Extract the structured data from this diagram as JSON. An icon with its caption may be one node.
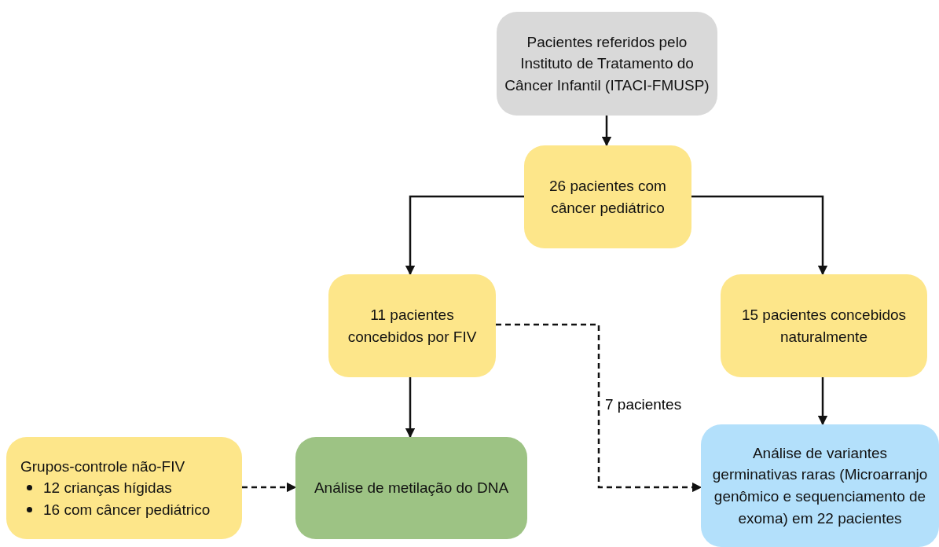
{
  "diagram": {
    "nodes": [
      {
        "text": [
          "Pacientes referidos pelo Instituto de Tratamento do Câncer Infantil (ITACI-FMUSP)"
        ]
      },
      {
        "text": [
          "26 pacientes com câncer pediátrico"
        ]
      },
      {
        "text": [
          "11 pacientes concebidos por FIV"
        ]
      },
      {
        "text": [
          "15 pacientes concebidos naturalmente"
        ]
      },
      {
        "text": [
          "Grupos-controle não-FIV",
          "12 crianças hígidas",
          "16 com câncer pediátrico"
        ]
      },
      {
        "text": [
          "Análise de metilação do DNA"
        ]
      },
      {
        "text": [
          "Análise de variantes germinativas raras (Microarranjo genômico e sequenciamento de exoma) em 22 pacientes"
        ]
      }
    ],
    "edges": [
      {
        "from": 0,
        "to": 1,
        "arrow": "to"
      },
      {
        "from": 1,
        "to": 2,
        "arrow": "to"
      },
      {
        "from": 1,
        "to": 3,
        "arrow": "to"
      },
      {
        "from": 2,
        "to": 5,
        "arrow": "to"
      },
      {
        "from": 2,
        "to": 6,
        "arrow": "to",
        "style": "dashed",
        "label": "7 pacientes"
      },
      {
        "from": 3,
        "to": 6,
        "arrow": "to"
      },
      {
        "from": 4,
        "to": 5,
        "arrow": "to",
        "style": "dashed"
      }
    ]
  }
}
